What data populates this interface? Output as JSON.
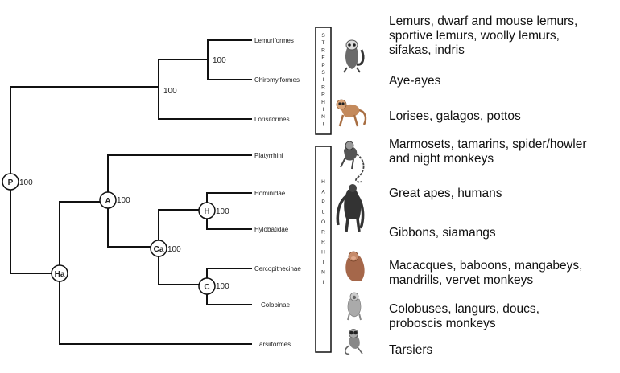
{
  "tree": {
    "taxa": {
      "lemuriformes": "Lemuriformes",
      "chiromyiformes": "Chiromyiformes",
      "lorisiformes": "Lorisiformes",
      "platyrrhini": "Platyrrhini",
      "hominidae": "Hominidae",
      "hylobatidae": "Hylobatidae",
      "cercopithecinae": "Cercopithecinae",
      "colobinae": "Colobinae",
      "tarsiiformes": "Tarsiiformes"
    },
    "nodes": {
      "p": "P",
      "a": "A",
      "ha": "Ha",
      "ca": "Ca",
      "h": "H",
      "c": "C"
    },
    "support": {
      "lemur_chiro": "100",
      "strep": "100",
      "p": "100",
      "a": "100",
      "h": "100",
      "ca": "100",
      "c": "100"
    }
  },
  "groups": {
    "strepsirrhini_letters": [
      "S",
      "T",
      "R",
      "E",
      "P",
      "S",
      "I",
      "R",
      "R",
      "H",
      "I",
      "N",
      "I"
    ],
    "haplorrhini_letters": [
      "H",
      "A",
      "P",
      "L",
      "O",
      "R",
      "R",
      "H",
      "I",
      "N",
      "I"
    ]
  },
  "descriptions": {
    "lemurs": [
      "Lemurs, dwarf and mouse lemurs,",
      "sportive lemurs, woolly lemurs,",
      "sifakas, indris"
    ],
    "aye_ayes": "Aye-ayes",
    "lorises": "Lorises, galagos, pottos",
    "new_world": [
      "Marmosets, tamarins, spider/howler",
      "and night monkeys"
    ],
    "great_apes": "Great apes, humans",
    "gibbons": "Gibbons, siamangs",
    "macaques": [
      "Macacques, baboons, mangabeys,",
      "mandrills, vervet monkeys"
    ],
    "colobuses": [
      "Colobuses, langurs, doucs,",
      "proboscis monkeys"
    ],
    "tarsiers": "Tarsiers"
  },
  "icons": [
    "lemur-icon",
    "loris-icon",
    "marmoset-icon",
    "ape-icon",
    "macaque-icon",
    "langur-icon",
    "tarsier-icon"
  ]
}
